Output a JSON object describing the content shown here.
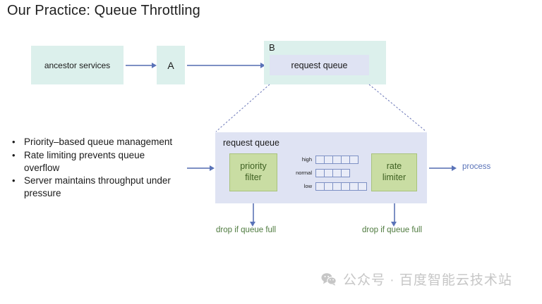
{
  "slide": {
    "title": "Our Practice: Queue Throttling"
  },
  "flow": {
    "ancestor_label": "ancestor services",
    "service_a_label": "A",
    "service_b_label": "B",
    "service_b_inner_label": "request queue"
  },
  "detail": {
    "panel_title": "request queue",
    "priority_filter": {
      "line1": "priority",
      "line2": "filter"
    },
    "rate_limiter": {
      "line1": "rate",
      "line2": "limiter"
    },
    "queues": [
      {
        "label": "high",
        "cells": 5
      },
      {
        "label": "normal",
        "cells": 4
      },
      {
        "label": "low",
        "cells": 6
      }
    ],
    "output_label": "process",
    "drop_label_left": "drop if queue full",
    "drop_label_right": "drop if queue full"
  },
  "bullets": [
    "Priority–based queue management",
    "Rate limiting prevents queue overflow",
    "Server maintains throughput under pressure"
  ],
  "watermark": {
    "icon": "wechat-icon",
    "text": "公众号 · 百度智能云技术站"
  },
  "colors": {
    "mint": "#dcf0ec",
    "lavender": "#dfe3f3",
    "green": "#c9dda3",
    "arrow_blue": "#7d90c4",
    "process_blue": "#5a73b8",
    "drop_green": "#4e7a3e",
    "watermark_gray": "#c6c6c6"
  }
}
